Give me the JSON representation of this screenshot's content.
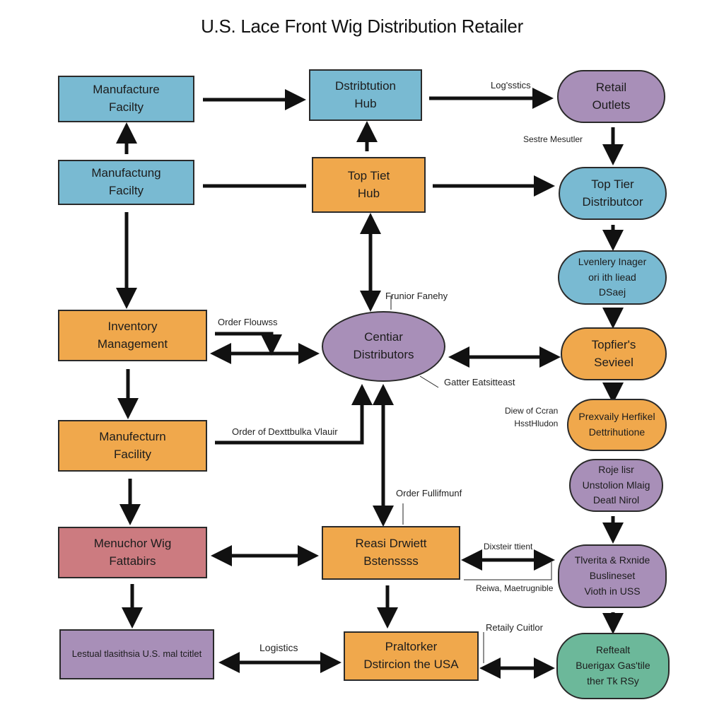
{
  "title": "U.S. Lace Front Wig Distribution Retailer",
  "colors": {
    "blue": "#79bad2",
    "orange": "#f0a84c",
    "purple": "#a88fb8",
    "rose": "#cc7b80",
    "teal": "#6cb89a",
    "arrow": "#111111"
  },
  "nodes": {
    "manufacture_facility_top": "Manufacture\nFacilty",
    "distribution_hub": "Dstribtution\nHub",
    "retail_outlets": "Retail\nOutlets",
    "manufacturing_facility": "Manufactung\nFacilty",
    "top_tier_hub": "Top Tiet\nHub",
    "top_tier_distributor": "Top Tier\nDistributcor",
    "inventory_manager": "Lvenlery Inager\nori ith liead\nDSaej",
    "inventory_management": "Inventory\nManagement",
    "central_distributors": "Centiar\nDistributors",
    "topfiers_service": "Topfier's\nSevieel",
    "manufacturing_facility_lower": "Manufecturn\nFacility",
    "previously_heritage": "Prexvaily Herfikel\nDettrihutione",
    "rojeller_unstation": "Roje lisr\nUnstolion Mlaig\nDeatl Nirol",
    "manufacturer_wig": "Menuchor Wig\nFattabirs",
    "reasi_brewett": "Reasi Drwiett\nBstenssss",
    "diversity_businesses": "Tlverita & Rxnide\nBuslineset\nVioth in USS",
    "lestal_retailer": "Lestual tlasithsia U.S. mal tcitlet",
    "praltorker": "Praltorker\nDstircion the USA",
    "retail_beverage": "Reftealt\nBuerigax Gas'tile\nther Tk RSy"
  },
  "edge_labels": {
    "logistics_top": "Log'sstics",
    "sestra_mesutler": "Sestre Mesutler",
    "frunior_fanehy": "Frunior Fanehy",
    "order_flows": "Order Flouwss",
    "gatter_eatsiteast": "Gatter Eatsitteast",
    "order_distribution_flow": "Order of Dexttbulka Vlauir",
    "diew_of_crown": "Diew of Ccran\nHsstHludon",
    "order_fulfillment": "Order Fullifmunf",
    "distributor_client": "Dixsteir ttient",
    "reiwa_merchandise": "Reiwa, Maetrugnible",
    "logistics_bottom": "Logistics",
    "retaily_cuitlor": "Retaily Cuitlor"
  }
}
